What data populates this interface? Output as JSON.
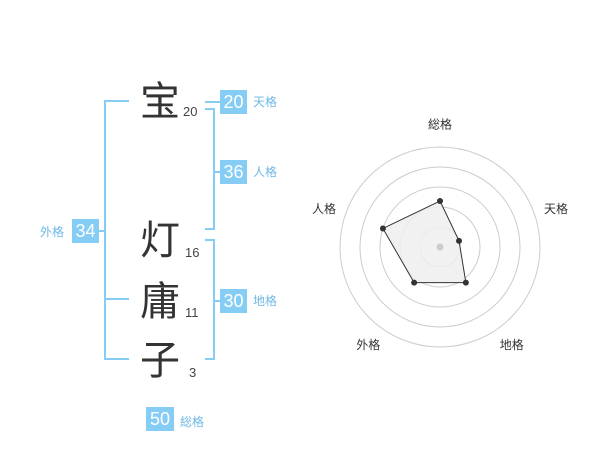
{
  "name": {
    "characters": [
      {
        "char": "宝",
        "strokes": "20"
      },
      {
        "char": "灯",
        "strokes": "16"
      },
      {
        "char": "庸",
        "strokes": "11"
      },
      {
        "char": "子",
        "strokes": "3"
      }
    ]
  },
  "kaku": {
    "tenkaku": {
      "value": "20",
      "label": "天格"
    },
    "jinkaku": {
      "value": "36",
      "label": "人格"
    },
    "chikaku": {
      "value": "30",
      "label": "地格"
    },
    "gaikaku": {
      "value": "34",
      "label": "外格"
    },
    "soukaku": {
      "value": "50",
      "label": "総格"
    }
  },
  "chart_data": {
    "type": "radar",
    "axes": [
      "総格",
      "天格",
      "地格",
      "外格",
      "人格"
    ],
    "values": [
      2.3,
      1.0,
      2.2,
      2.2,
      3.0
    ],
    "max": 5,
    "rings": 5,
    "colors": {
      "fill": "#eeeeee",
      "line": "#333333",
      "grid": "#cccccc",
      "center": "#cccccc"
    }
  }
}
